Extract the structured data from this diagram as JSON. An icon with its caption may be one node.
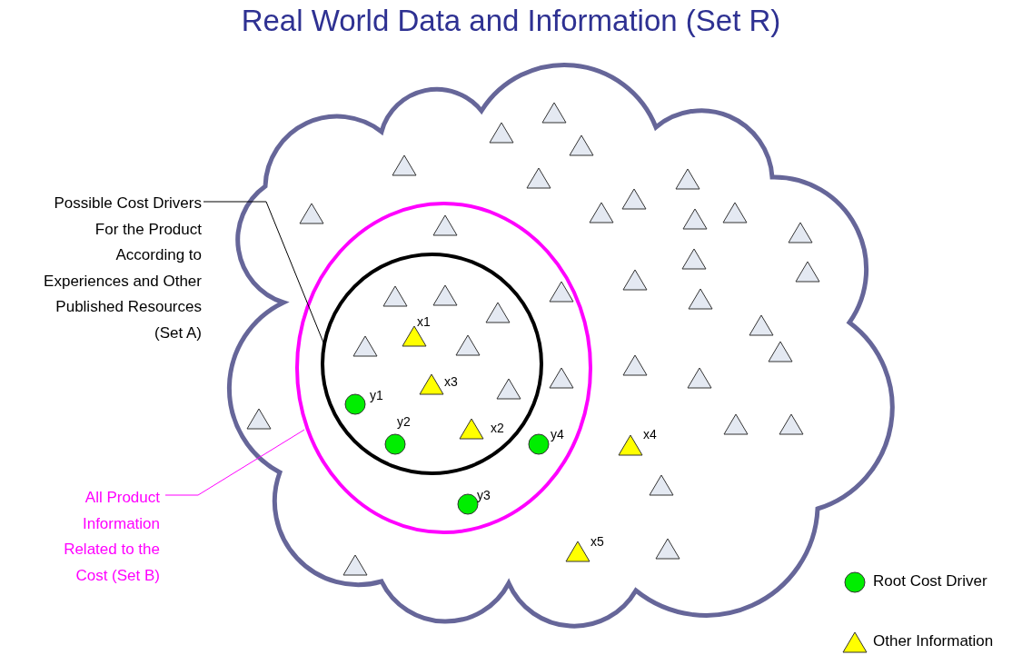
{
  "diagram": {
    "title": "Real World Data and Information (Set R)",
    "nodes": [
      {
        "text": [],
        "shape": "cloud"
      },
      {
        "text": [],
        "shape": "circle",
        "in": 0
      },
      {
        "text": [],
        "shape": "circle",
        "in": 1
      },
      {
        "text": [
          "Possible Cost Drivers For the Product According to Experiences and Other Published Resources (Set A)"
        ]
      },
      {
        "text": [
          "All Product Information Related to the Cost (Set B)"
        ]
      }
    ],
    "edges": [
      {
        "from": 3,
        "to": 2,
        "arrow": "none"
      },
      {
        "from": 4,
        "to": 1,
        "arrow": "none",
        "color": "#ff00ff"
      }
    ],
    "labels": [
      "x1",
      "y1",
      "x3",
      "y2",
      "x2",
      "y4",
      "x4",
      "y3",
      "x5"
    ],
    "legend": [
      {
        "text": "Root Cost Driver"
      },
      {
        "text": "Other Information"
      }
    ]
  }
}
